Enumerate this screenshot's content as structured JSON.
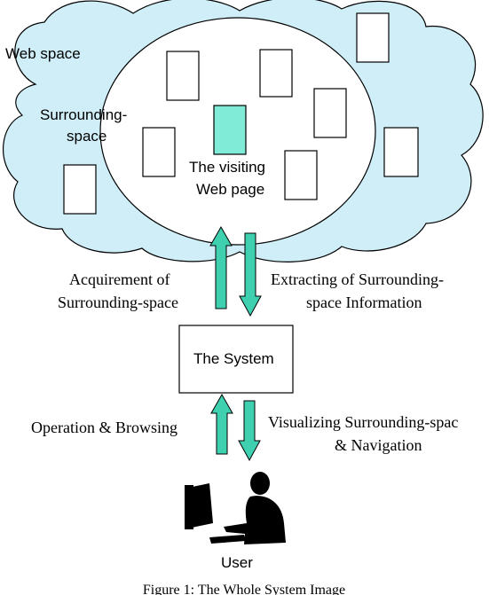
{
  "labels": {
    "web_space": "Web space",
    "surrounding_space_line1": "Surrounding-",
    "surrounding_space_line2": "space",
    "visiting_line1": "The visiting",
    "visiting_line2": "Web page",
    "acquirement_line1": "Acquirement of",
    "acquirement_line2": "Surrounding-space",
    "extracting_line1": "Extracting of Surrounding-",
    "extracting_line2": "space Information",
    "system": "The System",
    "operation": "Operation & Browsing",
    "visualizing_line1": "Visualizing Surrounding-spac",
    "visualizing_line2": "& Navigation",
    "user": "User",
    "caption": "Figure 1: The Whole System Image"
  },
  "colors": {
    "cloud_fill": "#cfeef8",
    "cloud_stroke": "#000000",
    "ellipse_fill": "#ffffff",
    "page_fill": "#ffffff",
    "visiting_page_fill": "#80ecd8",
    "arrow_fill": "#3fd0b0",
    "arrow_stroke": "#000000",
    "user_silhouette": "#000000"
  },
  "icons": {
    "user": "user-at-computer-icon",
    "page": "web-page-icon"
  }
}
